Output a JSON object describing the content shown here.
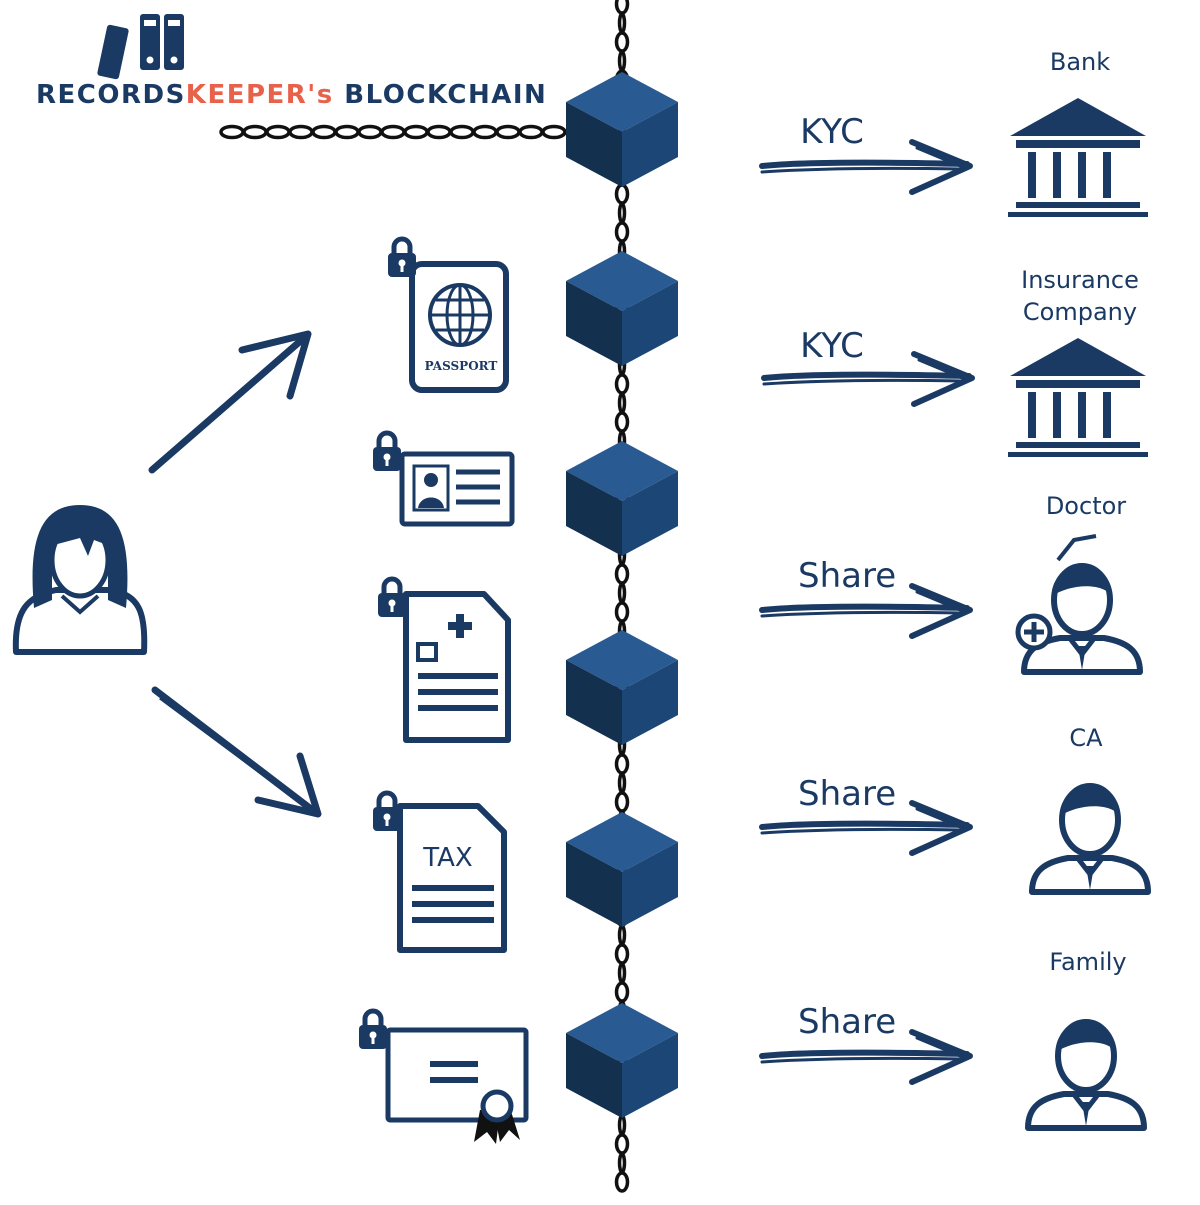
{
  "logo": {
    "word1": "RECORDS",
    "word2": "KEEPER's",
    "word3": " BLOCKCHAIN"
  },
  "documents": {
    "passport_label": "PASSPORT",
    "tax_label": "TAX"
  },
  "links": [
    {
      "action": "KYC",
      "entity": "Bank"
    },
    {
      "action": "KYC",
      "entity": "Insurance\nCompany"
    },
    {
      "action": "Share",
      "entity": "Doctor"
    },
    {
      "action": "Share",
      "entity": "CA"
    },
    {
      "action": "Share",
      "entity": "Family"
    }
  ],
  "colors": {
    "navy": "#1a3a64",
    "cube_top": "#2a5a92",
    "cube_left": "#14304f",
    "cube_right": "#1c4675",
    "accent": "#e8614a",
    "chain": "#111111"
  }
}
